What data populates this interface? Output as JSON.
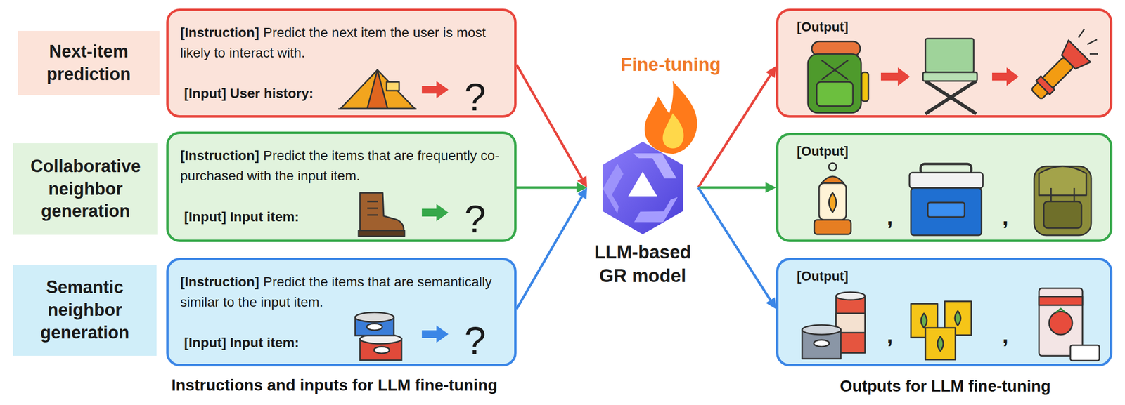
{
  "diagram": {
    "nodes": [
      {
        "text": [
          "Next-item prediction"
        ]
      },
      {
        "text": [
          "[Instruction]",
          "Predict the next item the user is most likely to interact with.",
          "[Input] User history:",
          "?"
        ]
      },
      {
        "text": [
          "Collaborative neighbor generation"
        ]
      },
      {
        "text": [
          "[Instruction]",
          "Predict the items that are frequently co-purchased with the input item.",
          "[Input] Input item:",
          "?"
        ]
      },
      {
        "text": [
          "Semantic neighbor generation"
        ]
      },
      {
        "text": [
          "[Instruction]",
          "Predict the items that are semantically similar to the input item.",
          "[Input] Input item:",
          "?"
        ]
      },
      {
        "text": [
          "LLM-based GR model"
        ]
      },
      {
        "text": [
          "[Output]"
        ]
      },
      {
        "text": [
          "[Output]",
          ",",
          ","
        ]
      },
      {
        "text": [
          "[Output]",
          ",",
          ","
        ]
      }
    ],
    "edges": [
      {
        "from": 1,
        "to": 6,
        "arrow": "to"
      },
      {
        "from": 3,
        "to": 6,
        "arrow": "to"
      },
      {
        "from": 5,
        "to": 6,
        "arrow": "to"
      },
      {
        "from": 6,
        "to": 7,
        "arrow": "to"
      },
      {
        "from": 6,
        "to": 8,
        "arrow": "to"
      },
      {
        "from": 6,
        "to": 9,
        "arrow": "to"
      }
    ],
    "labels": [
      "Fine-tuning",
      "Instructions and inputs for LLM fine-tuning",
      "Outputs for LLM fine-tuning"
    ]
  }
}
